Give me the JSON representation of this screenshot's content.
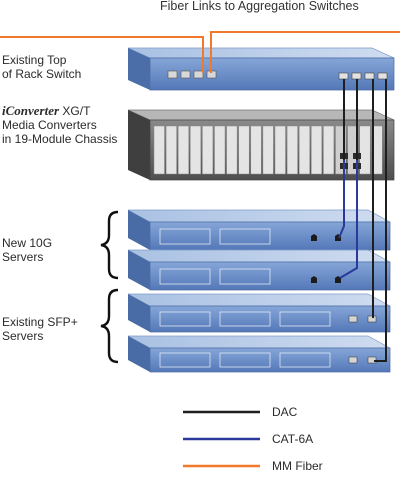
{
  "title": "Fiber Links to Aggregation Switches",
  "labels": {
    "tor_line1": "Existing Top",
    "tor_line2": "of Rack Switch",
    "conv_brand": "iConverter",
    "conv_line1_rest": " XG/T",
    "conv_line2": "Media Converters",
    "conv_line3": "in 19-Module Chassis",
    "new_servers_line1": "New 10G",
    "new_servers_line2": "Servers",
    "sfp_servers_line1": "Existing SFP+",
    "sfp_servers_line2": "Servers"
  },
  "legend": [
    {
      "label": "DAC",
      "color": "#1e1e1e"
    },
    {
      "label": "CAT-6A",
      "color": "#2b3a9a"
    },
    {
      "label": "MM Fiber",
      "color": "#f07a2a"
    }
  ],
  "colors": {
    "device_top": "#b9cde8",
    "device_front": "#5f84c2",
    "chassis_dark": "#5b5b5b",
    "fiber": "#f07a2a",
    "dac": "#1e1e1e",
    "cat6a": "#2b3a9a"
  }
}
